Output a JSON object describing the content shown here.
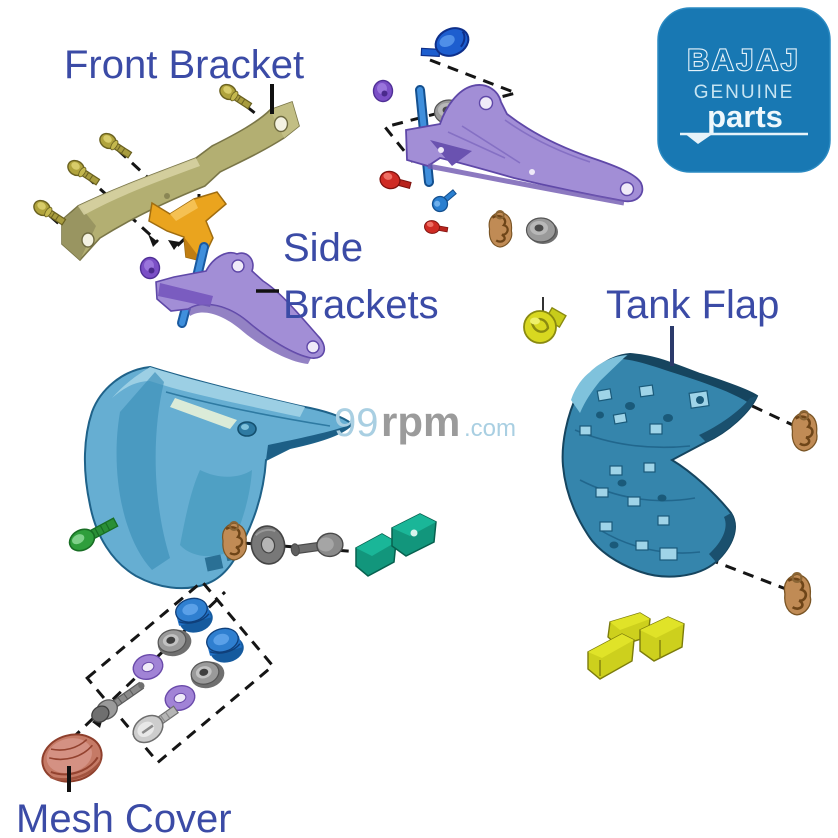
{
  "page": {
    "background": "#ffffff"
  },
  "callouts": {
    "front_bracket": "Front Bracket",
    "side_brackets_line1": "Side",
    "side_brackets_line2": "Brackets",
    "tank_flap": "Tank Flap",
    "mesh_cover": "Mesh Cover",
    "text_color": "#3b4ba6"
  },
  "logo": {
    "brand": "BAJAJ",
    "genuine": "GENUINE",
    "parts": "parts",
    "background": "#1878b3",
    "text_color": "#e6f3fa"
  },
  "watermark": {
    "num": "99",
    "rpm": "rpm",
    "dotcom": ".com",
    "blue": "#a9cfe2",
    "gray": "#9b9b9b"
  },
  "parts": [
    {
      "name": "front-bracket-bar",
      "color": "#b3af72"
    },
    {
      "name": "mounting-bolt-olive",
      "color": "#a89c3e",
      "count": 4
    },
    {
      "name": "clamp-bracket-orange",
      "color": "#eaa41e"
    },
    {
      "name": "side-bracket-lower",
      "color": "#a28ed6"
    },
    {
      "name": "side-bracket-upper",
      "color": "#a28ed6"
    },
    {
      "name": "pivot-pin-blue",
      "color": "#2f7fd0",
      "count": 2
    },
    {
      "name": "knob-bolt-blue",
      "color": "#1d5ecf"
    },
    {
      "name": "screw-red",
      "color": "#cf2b24",
      "count": 2
    },
    {
      "name": "bolt-blue-small",
      "color": "#2a7fd0"
    },
    {
      "name": "grommet-purple",
      "color": "#7b4fc6",
      "count": 2
    },
    {
      "name": "bushing-gray",
      "color": "#9a9a9a",
      "count": 2
    },
    {
      "name": "speed-nut-clip-copper",
      "color": "#c08b55",
      "count": 5
    },
    {
      "name": "tank-flap-left",
      "color": "#66aed2"
    },
    {
      "name": "tank-flap-right",
      "color": "#3585ac"
    },
    {
      "name": "bolt-green",
      "color": "#2f9e3c"
    },
    {
      "name": "washer-ring-dark",
      "color": "#787878"
    },
    {
      "name": "rivet-gray",
      "color": "#8a8a8a"
    },
    {
      "name": "clip-teal",
      "color": "#12967c",
      "count": 2
    },
    {
      "name": "screw-yellow",
      "color": "#d8d820"
    },
    {
      "name": "clip-yellow",
      "color": "#cdd01d",
      "count": 3
    },
    {
      "name": "rubber-bush-blue",
      "color": "#2f7fd0",
      "count": 2
    },
    {
      "name": "washer-purple",
      "color": "#a183d6",
      "count": 2
    },
    {
      "name": "washer-stepped-gray",
      "color": "#9a9a9a",
      "count": 2
    },
    {
      "name": "screw-silver",
      "color": "#cdcdcd"
    },
    {
      "name": "bolt-long-gray",
      "color": "#8a8a8a"
    },
    {
      "name": "mesh-cover-part",
      "color": "#c57a66"
    }
  ]
}
